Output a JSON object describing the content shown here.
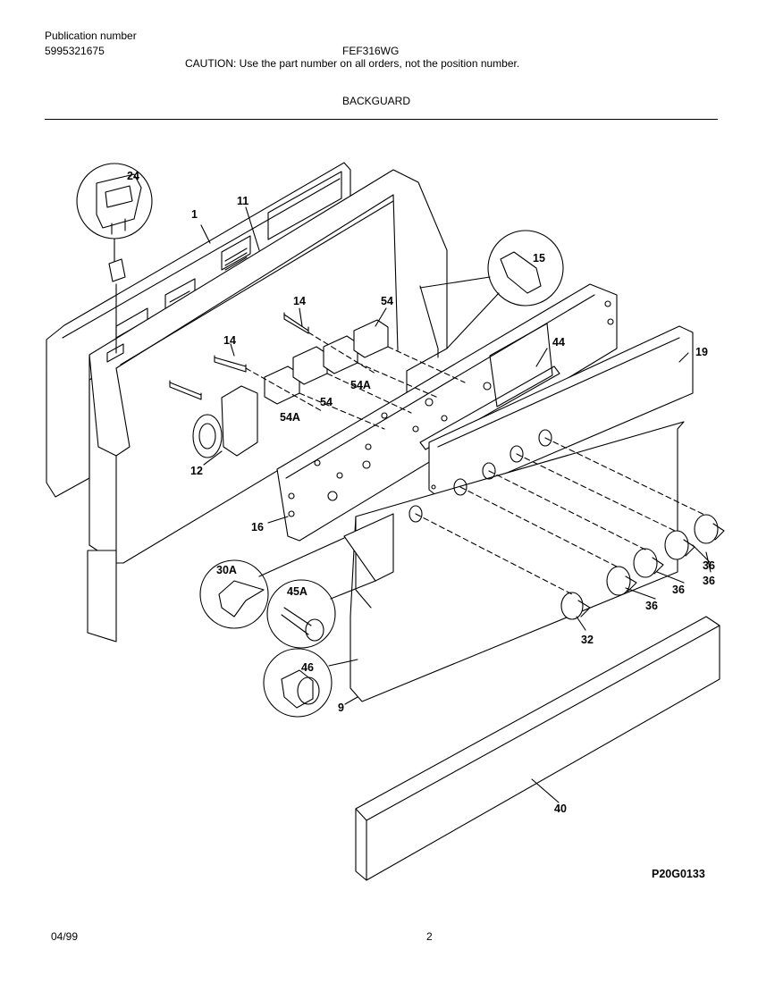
{
  "header": {
    "publication_label": "Publication number",
    "publication_number": "5995321675",
    "model": "FEF316WG",
    "caution": "CAUTION:  Use the part number on all orders, not the position number.",
    "section_title": "BACKGUARD"
  },
  "diagram": {
    "part_labels": [
      "24",
      "1",
      "11",
      "14",
      "54",
      "14",
      "54A",
      "54",
      "54A",
      "15",
      "44",
      "19",
      "12",
      "16",
      "30A",
      "45A",
      "46",
      "36",
      "36",
      "36",
      "36",
      "32",
      "9",
      "40"
    ],
    "drawing_number": "P20G0133"
  },
  "footer": {
    "date": "04/99",
    "page": "2"
  }
}
